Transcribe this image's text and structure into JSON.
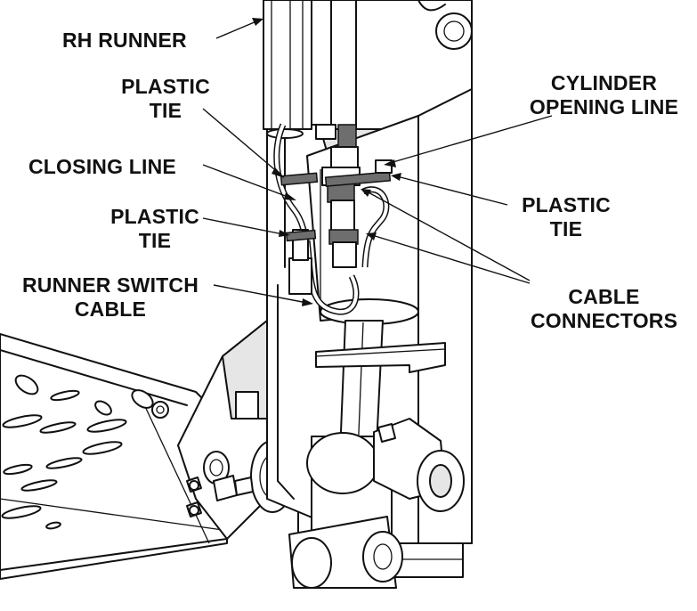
{
  "labels": {
    "rh_runner": "RH RUNNER",
    "plastic_tie_top_left": [
      "PLASTIC",
      "TIE"
    ],
    "closing_line": "CLOSING LINE",
    "plastic_tie_mid_left": [
      "PLASTIC",
      "TIE"
    ],
    "runner_switch_cable": [
      "RUNNER SWITCH",
      "CABLE"
    ],
    "cylinder_opening_line": [
      "CYLINDER",
      "OPENING LINE"
    ],
    "plastic_tie_right": [
      "PLASTIC",
      "TIE"
    ],
    "cable_connectors": [
      "CABLE",
      "CONNECTORS"
    ]
  }
}
